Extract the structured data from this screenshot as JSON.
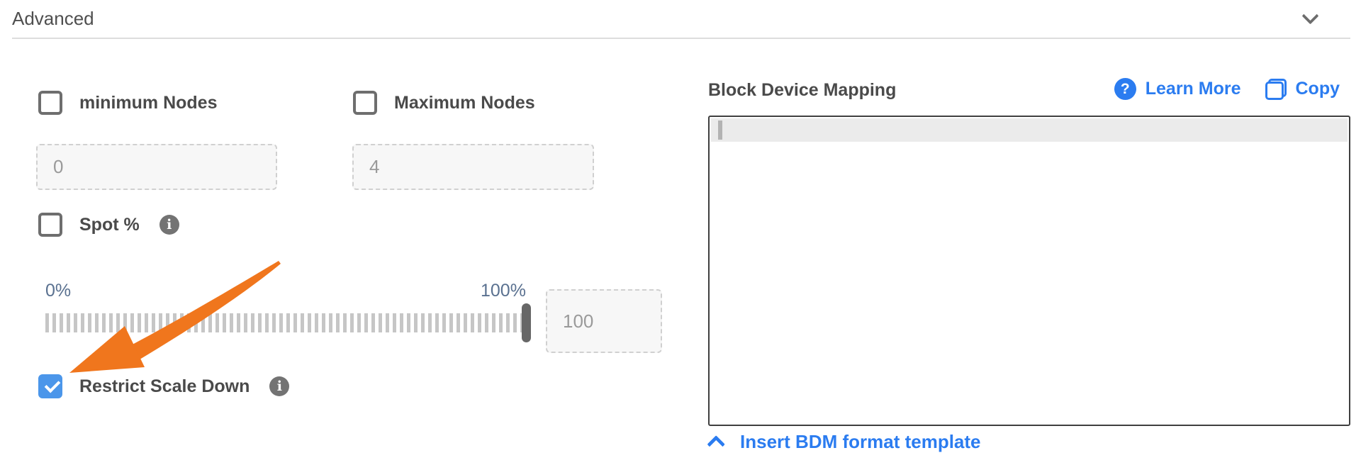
{
  "header": {
    "title": "Advanced"
  },
  "form": {
    "minimum_nodes": {
      "label": "minimum Nodes",
      "value": "0",
      "checked": false
    },
    "maximum_nodes": {
      "label": "Maximum Nodes",
      "value": "4",
      "checked": false
    },
    "spot_percentage": {
      "label": "Spot %",
      "checked": false
    },
    "slider": {
      "min_label": "0%",
      "max_label": "100%",
      "value": "100"
    },
    "restrict_scale_down": {
      "label": "Restrict Scale Down",
      "checked": true
    }
  },
  "bdm": {
    "title": "Block Device Mapping",
    "learn_more_label": "Learn More",
    "copy_label": "Copy",
    "editor_content": "",
    "insert_template_label": "Insert BDM format template"
  },
  "glyphs": {
    "info": "i",
    "question": "?"
  },
  "colors": {
    "link_blue": "#2b7cf0",
    "checkbox_checked_blue": "#4b96ea",
    "arrow_orange": "#f0761d",
    "slider_label_slate": "#5a7190"
  }
}
